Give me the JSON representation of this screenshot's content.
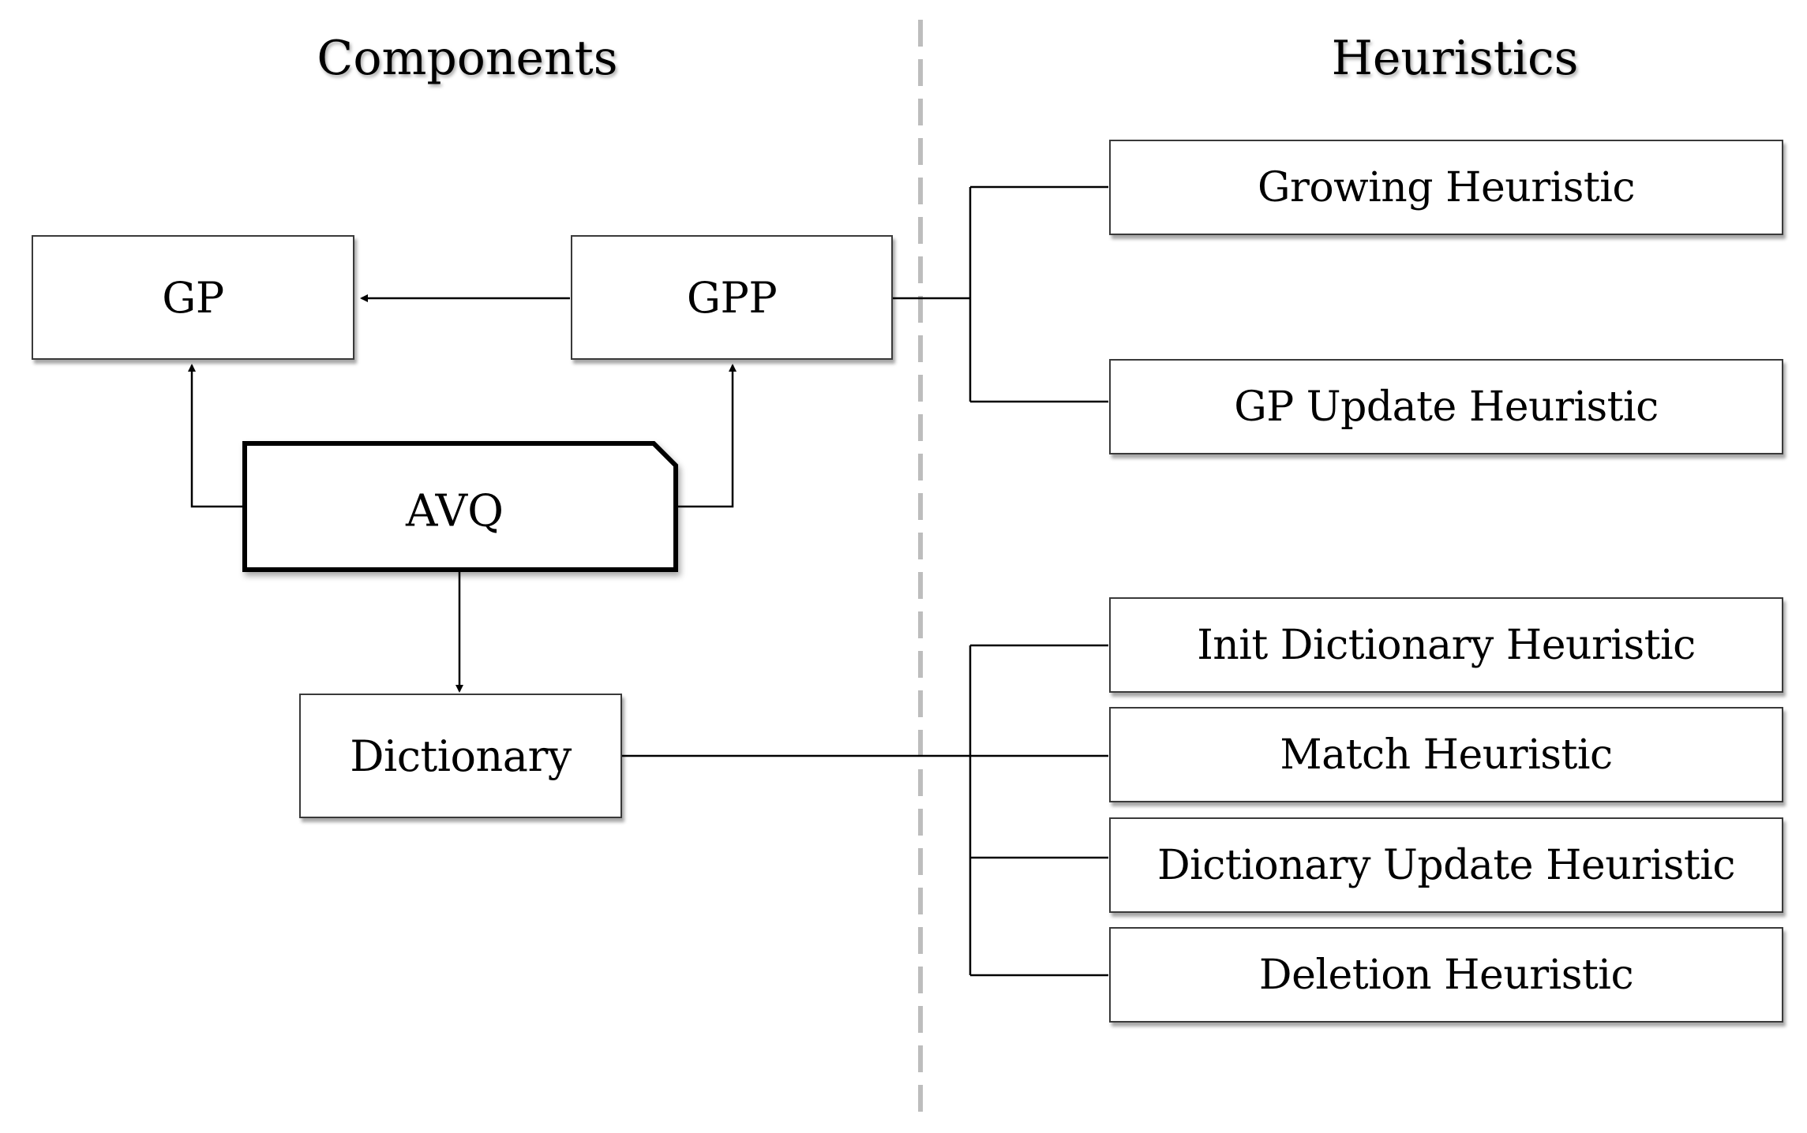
{
  "titles": {
    "components": "Components",
    "heuristics": "Heuristics"
  },
  "components": {
    "gp": "GP",
    "gpp": "GPP",
    "avq": "AVQ",
    "dictionary": "Dictionary"
  },
  "heuristics": {
    "growing": "Growing Heuristic",
    "gp_update": "GP Update Heuristic",
    "init_dictionary": "Init Dictionary Heuristic",
    "match": "Match Heuristic",
    "dictionary_update": "Dictionary Update Heuristic",
    "deletion": "Deletion Heuristic"
  },
  "colors": {
    "line": "#000000",
    "divider": "#bdbdbd",
    "box_border": "#3a3a3a"
  }
}
